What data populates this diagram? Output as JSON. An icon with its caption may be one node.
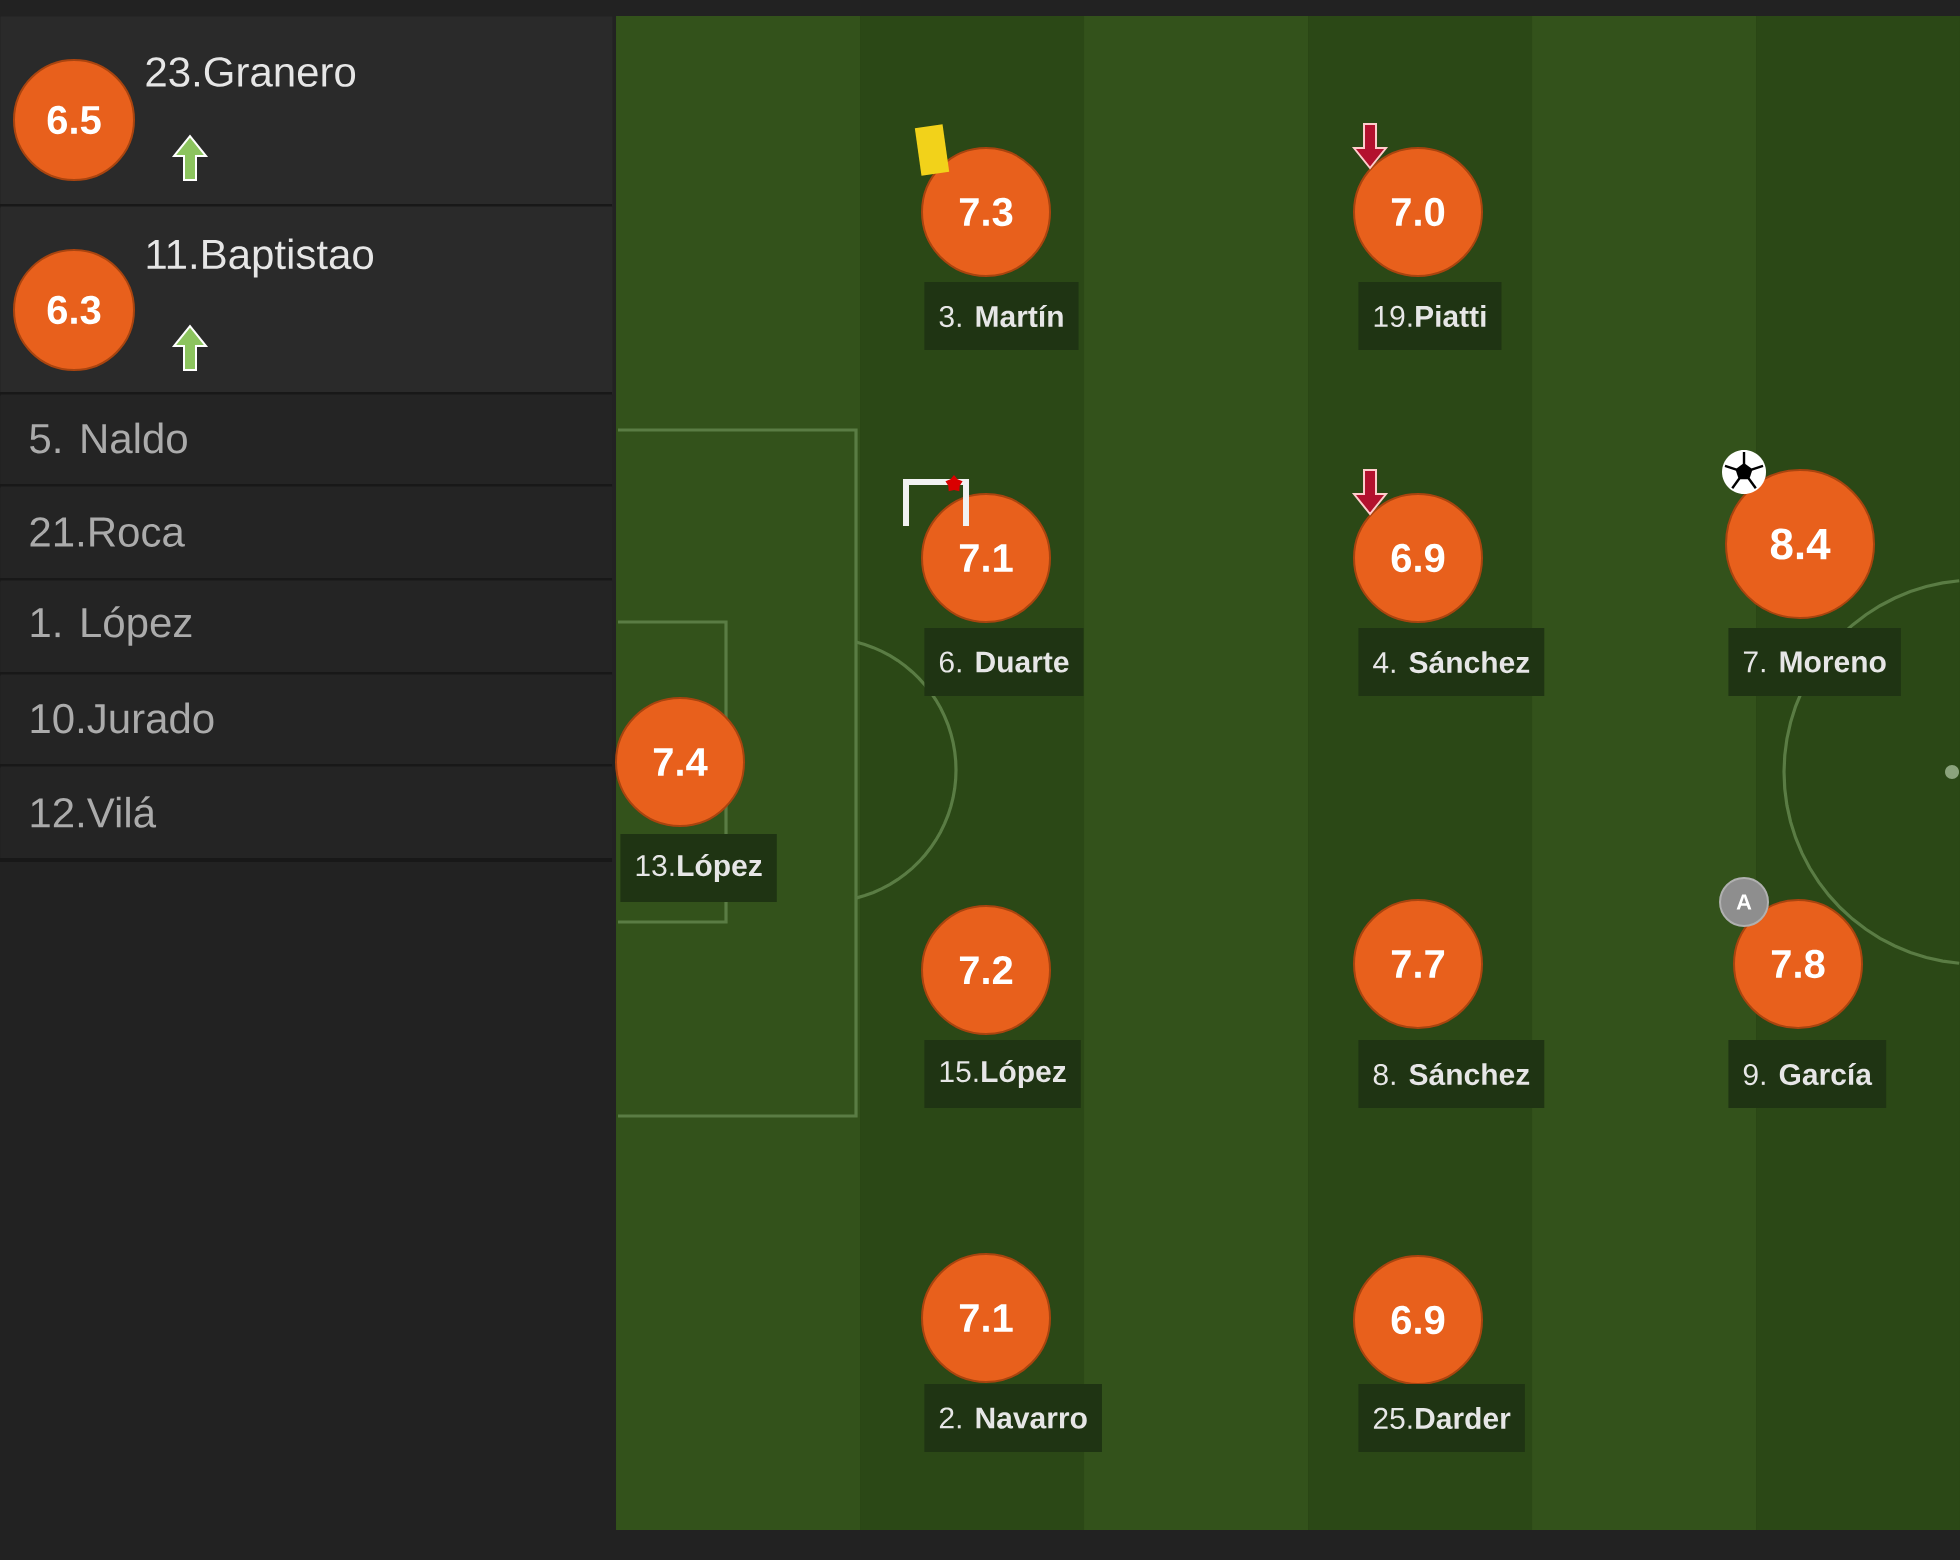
{
  "diagram": {
    "nodes": [
      {
        "text": [
          "23.Granero"
        ]
      },
      {
        "text": [
          "6.5"
        ],
        "in": 0
      },
      {
        "text": [
          "11.Baptistao"
        ]
      },
      {
        "text": [
          "6.3"
        ],
        "in": 2
      },
      {
        "text": [
          "5. Naldo"
        ]
      },
      {
        "text": [
          "21.Roca"
        ]
      },
      {
        "text": [
          "1. López"
        ]
      },
      {
        "text": [
          "10.Jurado"
        ]
      },
      {
        "text": [
          "12.Vilá"
        ]
      },
      {
        "text": [
          "7.3"
        ],
        "beside": [
          "3. **Martín**"
        ]
      },
      {
        "text": [
          "7.0"
        ],
        "beside": [
          "19.**Piatti**"
        ]
      },
      {
        "text": [
          "7.1"
        ],
        "beside": [
          "6. **Duarte**"
        ]
      },
      {
        "text": [
          "6.9"
        ],
        "beside": [
          "4. **Sánchez**"
        ]
      },
      {
        "text": [
          "8.4"
        ],
        "beside": [
          "7. **Moreno**"
        ]
      },
      {
        "text": [
          "7.4"
        ],
        "beside": [
          "13.**López**"
        ]
      },
      {
        "text": [
          "7.2"
        ],
        "beside": [
          "15.**López**"
        ]
      },
      {
        "text": [
          "7.7"
        ],
        "beside": [
          "8. **Sánchez**"
        ]
      },
      {
        "text": [
          "A"
        ]
      },
      {
        "text": [
          "7.8"
        ],
        "beside": [
          "9. **García**"
        ]
      },
      {
        "text": [
          "7.1"
        ],
        "beside": [
          "2. **Navarro**"
        ]
      },
      {
        "text": [
          "6.9"
        ],
        "beside": [
          "25.**Darder**"
        ]
      }
    ]
  }
}
